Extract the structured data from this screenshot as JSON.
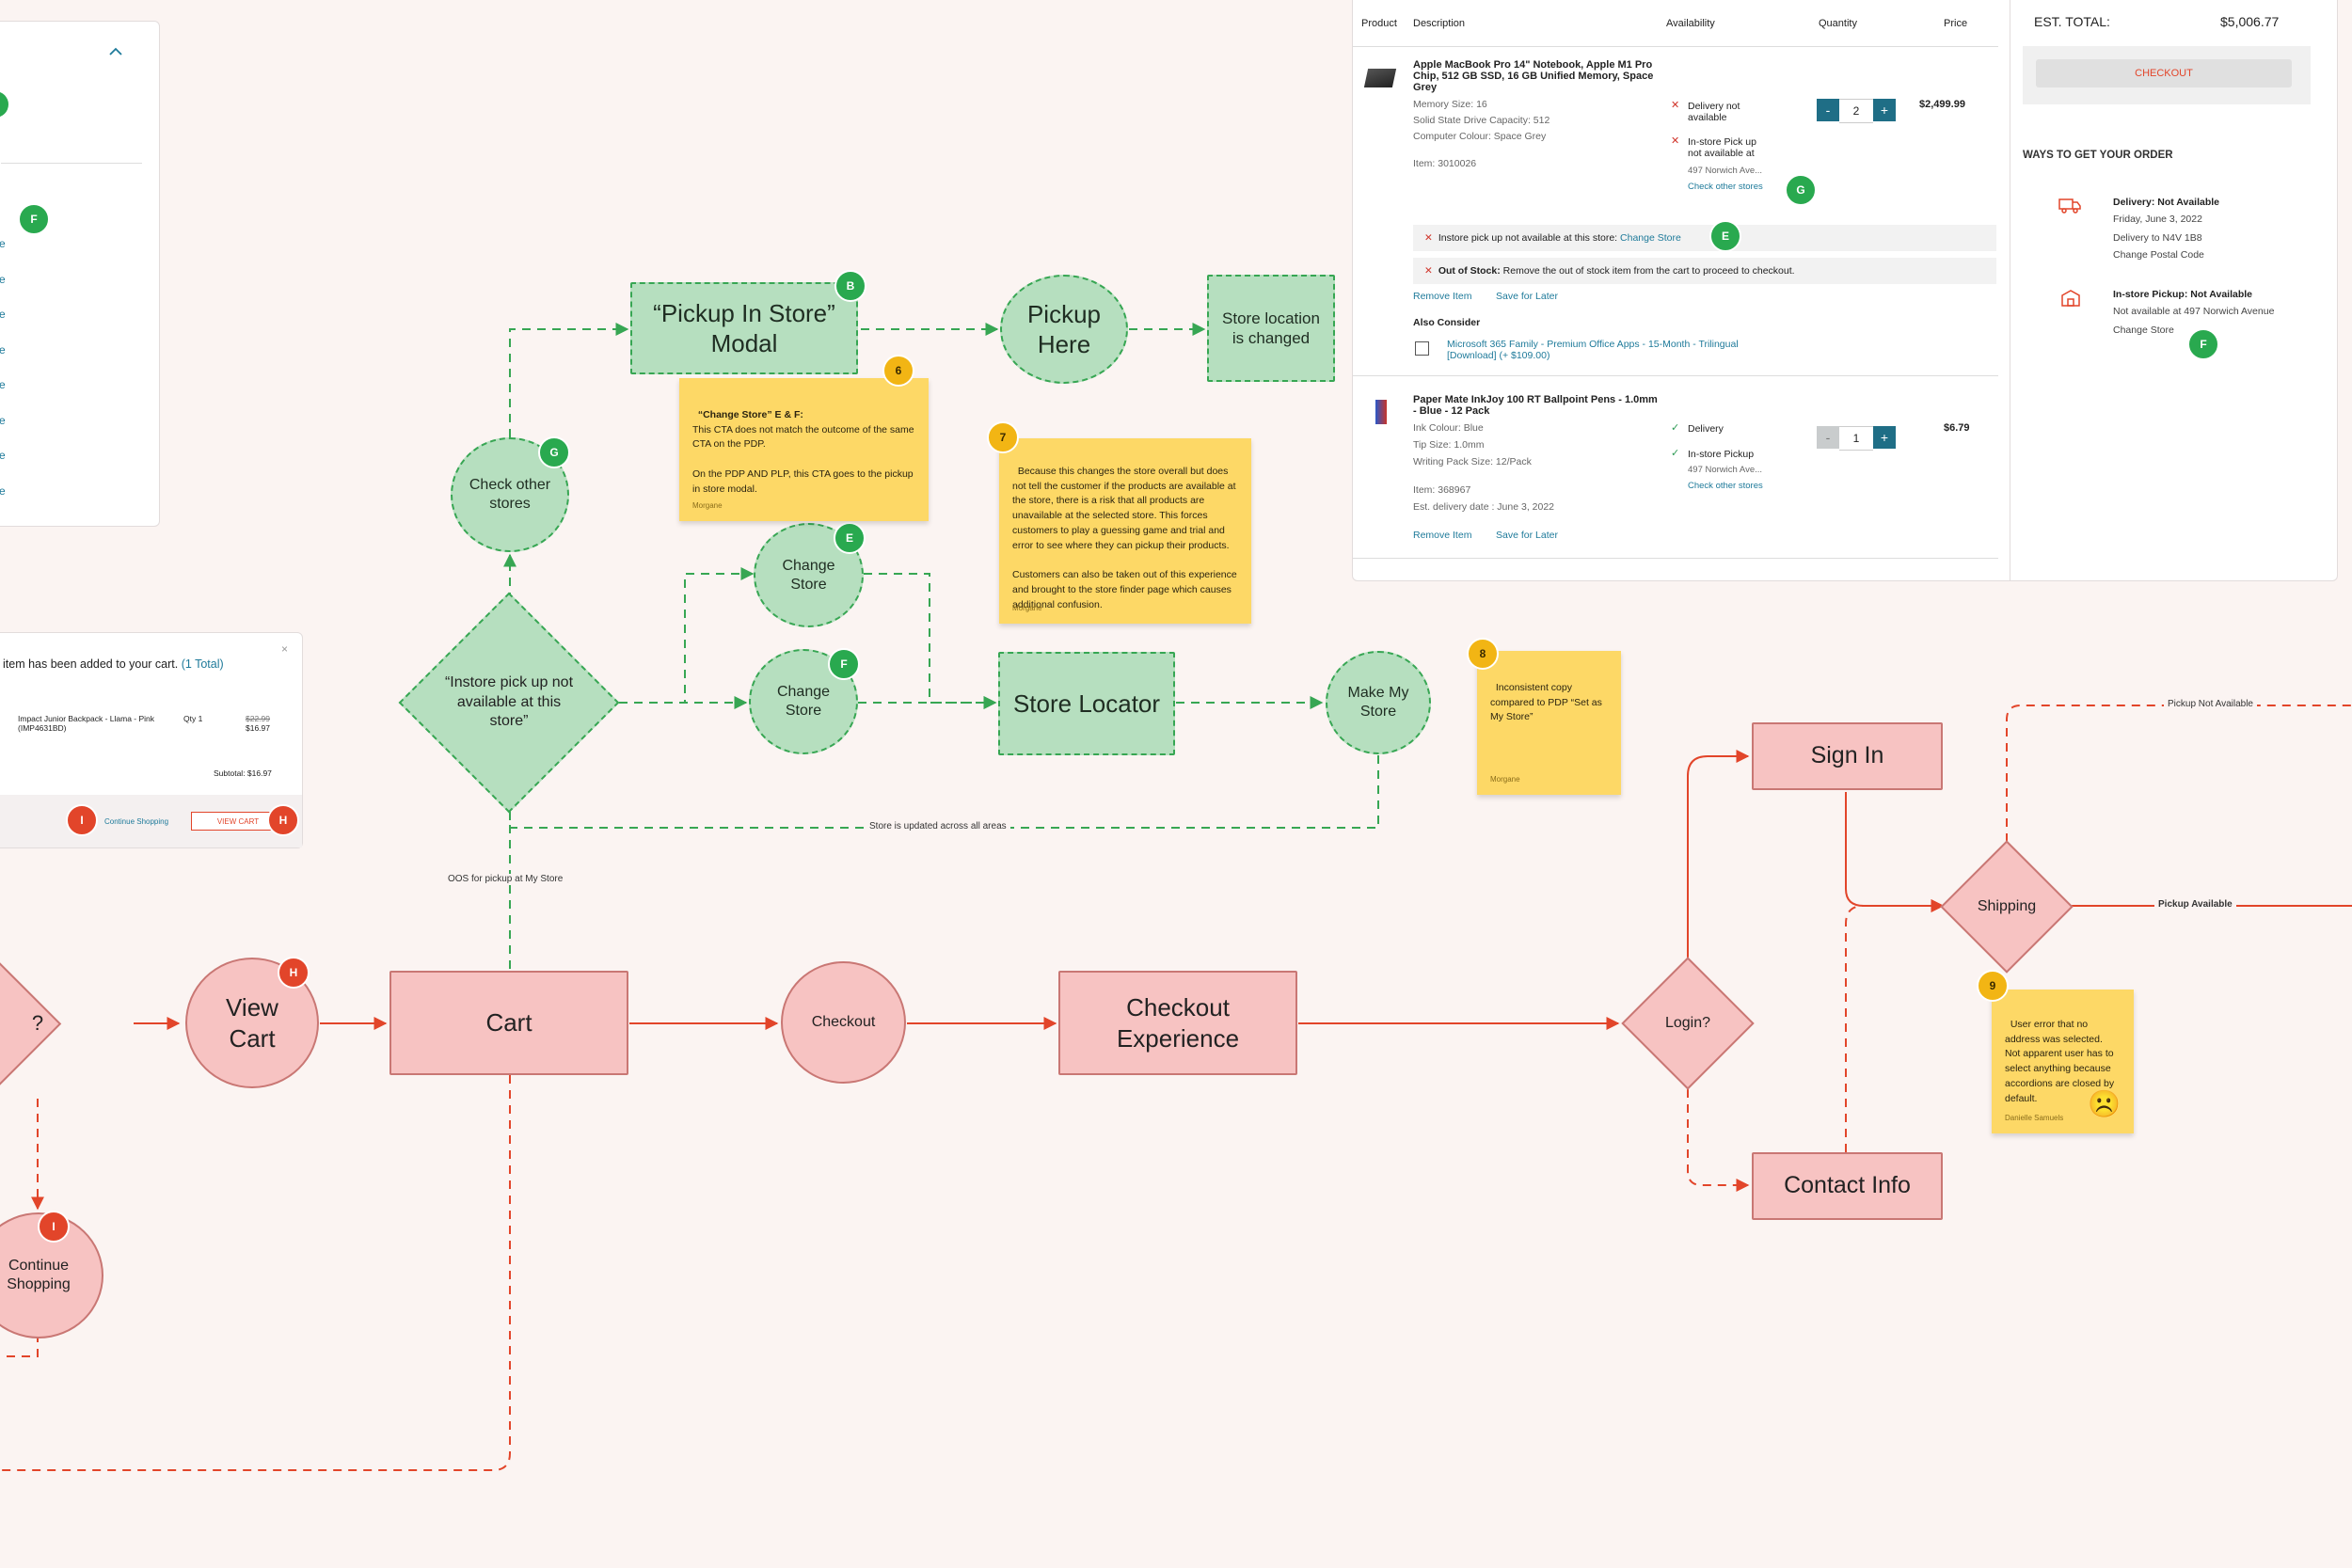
{
  "colors": {
    "background": "#fbf4f2",
    "green_node": "#b6dfbf",
    "green_stroke": "#37a653",
    "red_node": "#f7c3c2",
    "red_stroke": "#c97774",
    "red_edge": "#e2452a",
    "sticky": "#fdd866"
  },
  "nodes": {
    "pickup_modal": "“Pickup In Store” Modal",
    "pickup_here": "Pickup Here",
    "store_location_changed": "Store location is changed",
    "check_other_stores": "Check other stores",
    "change_store_e": "Change Store",
    "change_store_f": "Change Store",
    "instore_not_available": "“Instore pick up not available at this store”",
    "store_locator": "Store Locator",
    "make_my_store": "Make My Store",
    "view_cart": "View Cart",
    "cart": "Cart",
    "checkout": "Checkout",
    "checkout_experience": "Checkout Experience",
    "login": "Login?",
    "sign_in": "Sign In",
    "contact_info": "Contact Info",
    "shipping": "Shipping",
    "unknown_decision": "?",
    "continue_shopping": "Continue Shopping"
  },
  "badges": {
    "B": "B",
    "G": "G",
    "E": "E",
    "F": "F",
    "H": "H",
    "I": "I",
    "n6": "6",
    "n7": "7",
    "n8": "8",
    "n9": "9"
  },
  "edge_labels": {
    "store_updated": "Store is updated across all areas",
    "oos": "OOS for pickup at My Store",
    "pickup_not_available": "Pickup Not Available",
    "pickup_available": "Pickup Available"
  },
  "stickies": {
    "s6_title": "“Change Store” E & F:",
    "s6_body": "This CTA does not match the outcome of the same CTA on the PDP.\n\nOn the PDP AND PLP, this CTA goes to the pickup in store modal.",
    "s6_author": "Morgane",
    "s7_body": "Because this changes the store overall but does not tell the customer if the products are available at the store, there is a risk that all products are unavailable at the selected store. This forces customers to play a guessing game and trial and error to see where they can pickup their products.\n\nCustomers can also be taken out of this experience and brought to the store finder page which causes additional confusion.",
    "s7_author": "Morgane",
    "s8_body": "Inconsistent copy compared to PDP “Set as My Store”",
    "s8_author": "Morgane",
    "s9_body": "User error that no address was selected. Not apparent user has to select anything because accordions are closed by default.",
    "s9_author": "Danielle Samuels",
    "s9_emoji": "☹️"
  },
  "added_panel": {
    "message": "item has been added to your cart.",
    "total": "(1 Total)",
    "product": "Impact Junior Backpack - Llama - Pink (IMP4631BD)",
    "qty": "Qty 1",
    "old_price": "$22.99",
    "price": "$16.97",
    "subtotal": "Subtotal: $16.97",
    "continue": "Continue Shopping",
    "view_cart": "VIEW CART",
    "close": "×"
  },
  "cart_panel": {
    "headers": {
      "product": "Product",
      "description": "Description",
      "availability": "Availability",
      "quantity": "Quantity",
      "price": "Price"
    },
    "item1": {
      "name": "Apple MacBook Pro 14\" Notebook, Apple M1 Pro Chip, 512 GB SSD, 16 GB Unified Memory, Space Grey",
      "memory": "Memory Size: 16",
      "ssd": "Solid State Drive Capacity: 512",
      "colour": "Computer Colour: Space Grey",
      "item": "Item: 3010026",
      "delivery": "Delivery not available",
      "pickup": "In-store Pick up not available at",
      "address": "497 Norwich Ave...",
      "check": "Check other stores",
      "qty": "2",
      "price": "$2,499.99"
    },
    "notice1_text": "Instore pick up not available at this store:",
    "notice1_link": "Change Store",
    "notice2_bold": "Out of Stock:",
    "notice2_text": "Remove the out of stock item from the cart to proceed to checkout.",
    "remove": "Remove Item",
    "save": "Save for Later",
    "also_consider": "Also Consider",
    "consider_item": "Microsoft 365 Family - Premium Office Apps - 15-Month - Trilingual [Download] (+ $109.00)",
    "item2": {
      "name": "Paper Mate InkJoy 100 RT Ballpoint Pens - 1.0mm - Blue - 12 Pack",
      "ink": "Ink Colour: Blue",
      "tip": "Tip Size: 1.0mm",
      "pack": "Writing Pack Size: 12/Pack",
      "item": "Item: 368967",
      "est": "Est. delivery date : June 3, 2022",
      "delivery": "Delivery",
      "pickup": "In-store Pickup",
      "address": "497 Norwich Ave...",
      "check": "Check other stores",
      "qty": "1",
      "price": "$6.79"
    },
    "est_total_label": "EST. TOTAL:",
    "est_total_value": "$5,006.77",
    "checkout_button": "CHECKOUT",
    "ways_heading": "WAYS TO GET YOUR ORDER",
    "delivery_title": "Delivery: Not Available",
    "delivery_date": "Friday, June 3, 2022",
    "delivery_to": "Delivery to N4V 1B8",
    "change_postal": "Change Postal Code",
    "instore_title": "In-store Pickup: Not Available",
    "instore_sub": "Not available at 497 Norwich Avenue",
    "change_store": "Change Store"
  },
  "left_panel": {
    "letters": [
      "e",
      "e",
      "e",
      "e",
      "e",
      "e",
      "e",
      "e"
    ],
    "chevron": "^"
  },
  "quantity_symbols": {
    "minus": "-",
    "plus": "+"
  }
}
